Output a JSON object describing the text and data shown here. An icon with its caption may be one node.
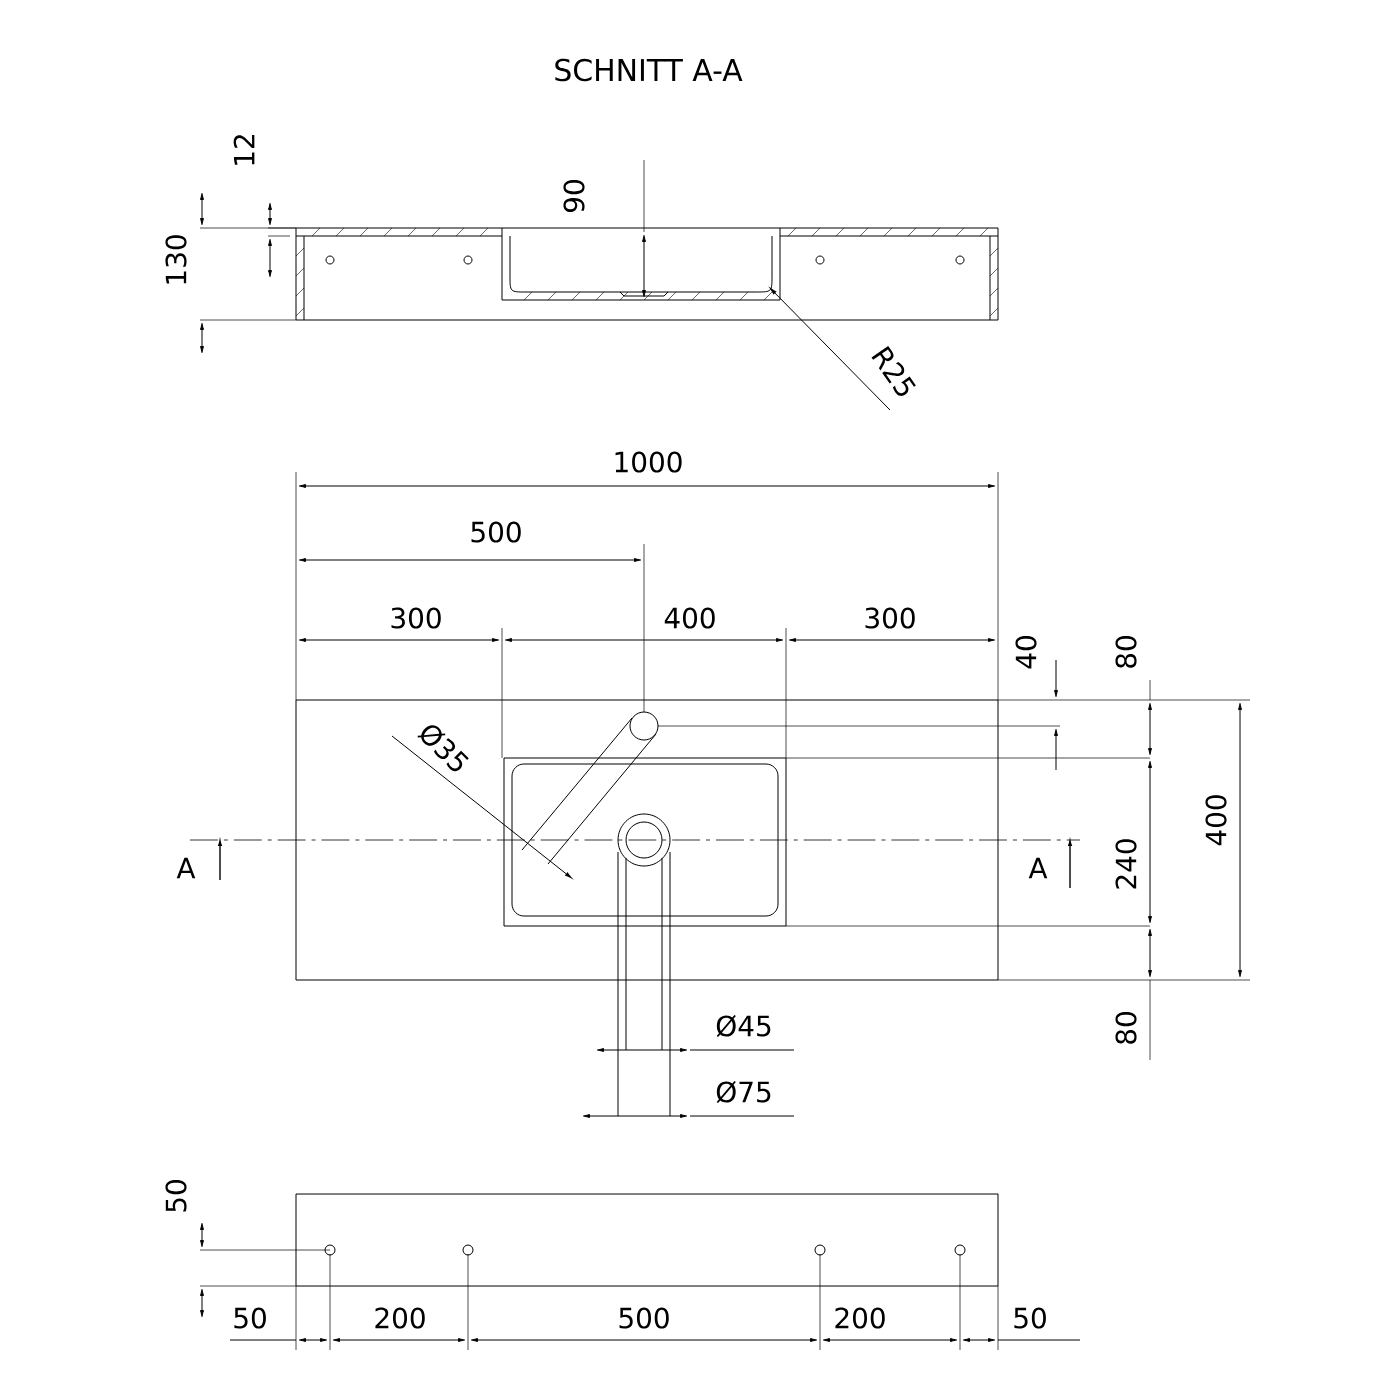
{
  "diagram": {
    "title": "SCHNITT A-A",
    "labels": [
      "12",
      "130",
      "90",
      "R25",
      "1000",
      "500",
      "300",
      "400",
      "300",
      "40",
      "80",
      "Ø35",
      "400",
      "A",
      "A",
      "240",
      "80",
      "Ø45",
      "Ø75",
      "50",
      "50",
      "200",
      "500",
      "200",
      "50"
    ]
  }
}
